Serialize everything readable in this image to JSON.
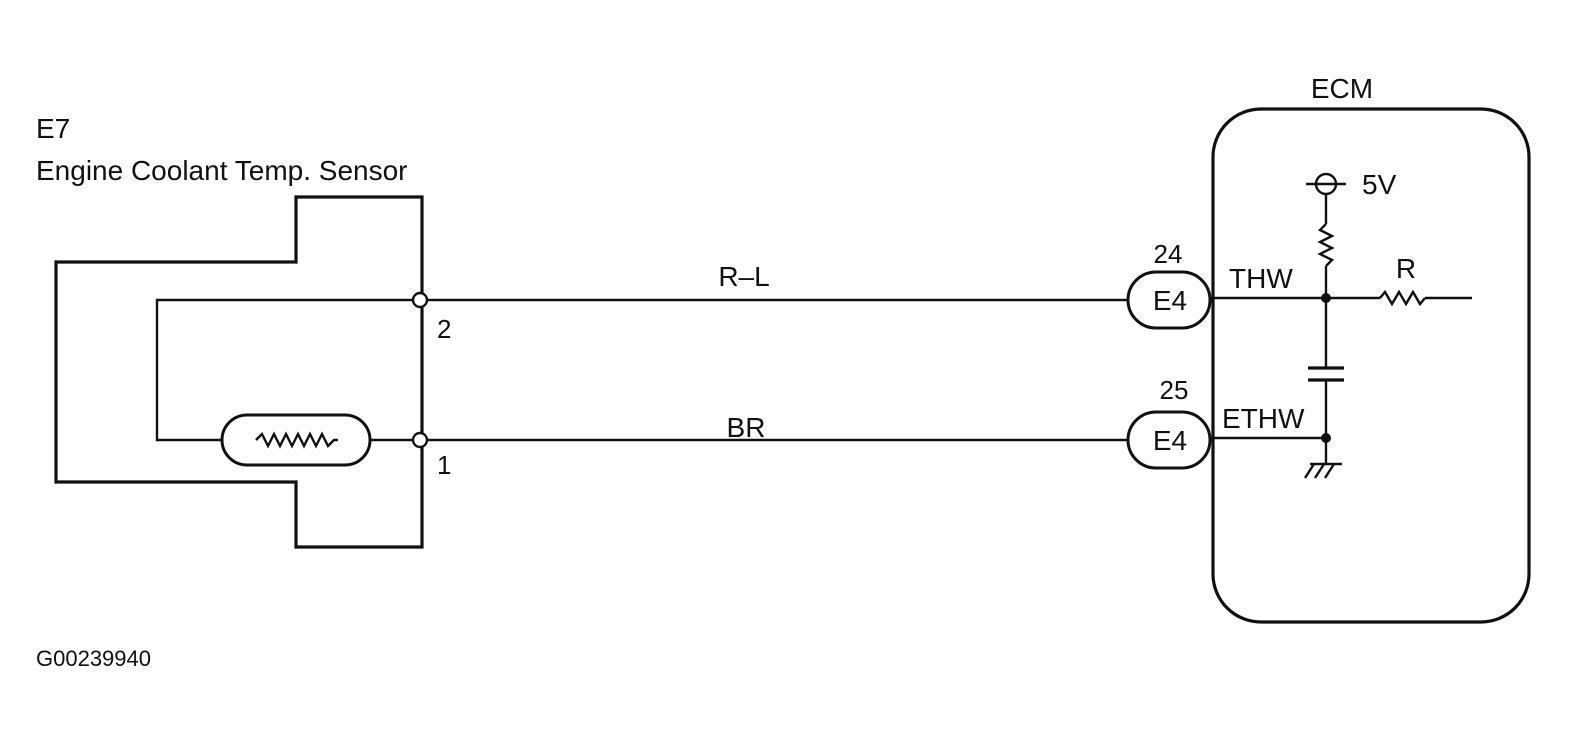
{
  "sensor": {
    "code": "E7",
    "name": "Engine Coolant Temp. Sensor",
    "pin_top": "2",
    "pin_bottom": "1"
  },
  "wires": {
    "top_color": "R–L",
    "bottom_color": "BR"
  },
  "connectors": {
    "top": {
      "pin": "24",
      "name": "E4"
    },
    "bottom": {
      "pin": "25",
      "name": "E4"
    }
  },
  "ecm": {
    "title": "ECM",
    "supply": "5V",
    "signal_label": "THW",
    "ground_label": "ETHW",
    "resistor_label": "R"
  },
  "figure_id": "G00239940"
}
